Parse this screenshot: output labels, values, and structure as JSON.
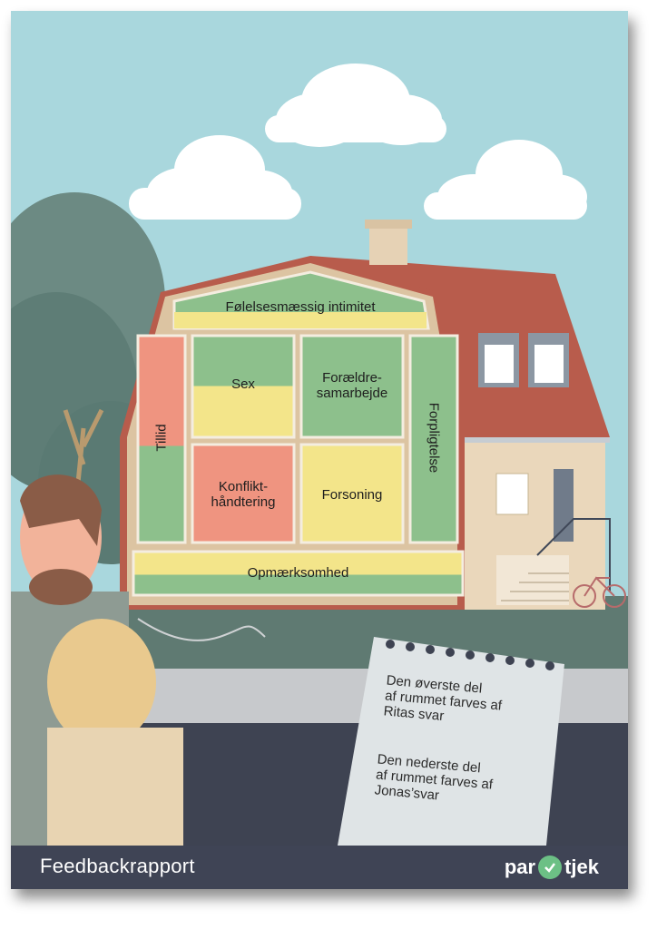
{
  "rooms": {
    "top": "Følelsesmæssig intimitet",
    "sex": "Sex",
    "parenting": "Forældre-\nsamarbejde",
    "trust": "Tillid",
    "commitment": "Forpligtelse",
    "conflict": "Konflikt-\nhåndtering",
    "reconciliation": "Forsoning",
    "attention": "Opmærksomhed"
  },
  "note": {
    "upper": "Den øverste del\naf rummet farves af\nRitas svar",
    "lower": "Den nederste del\naf rummet farves af\nJonas’svar"
  },
  "footer": {
    "title": "Feedbackrapport",
    "brand_left": "par",
    "brand_right": "tjek"
  },
  "colors": {
    "green": "#8dc08c",
    "yellow": "#f3e58a",
    "red": "#ef9480",
    "sky": "#a8d8dc",
    "footer": "#3f4455"
  }
}
